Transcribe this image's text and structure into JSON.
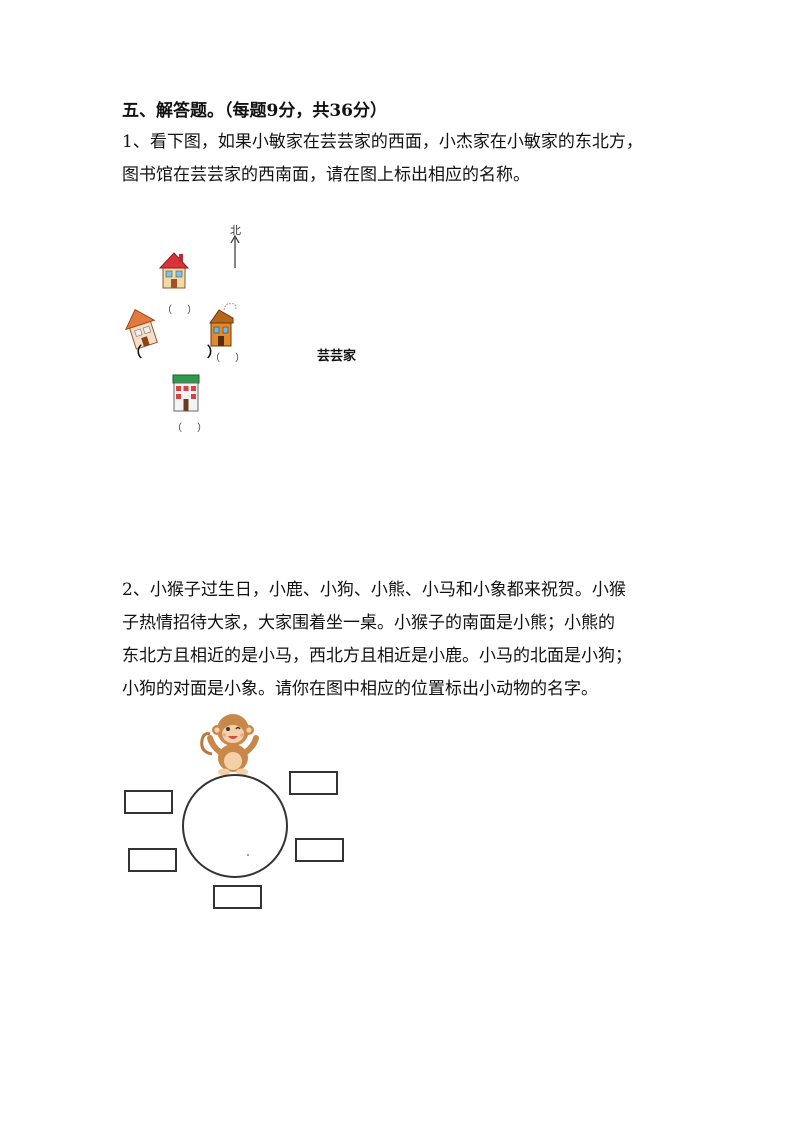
{
  "section": {
    "title": "五、解答题。（每题9分，共36分）"
  },
  "q1": {
    "text_line1": "1、看下图，如果小敏家在芸芸家的西面，小杰家在小敏家的东北方，",
    "text_line2": "图书馆在芸芸家的西南面，请在图上标出相应的名称。",
    "north_label": "北",
    "center_label": "芸芸家",
    "paren_top": "（ ）",
    "paren_left": "（ ）",
    "paren_right": "（ ）",
    "paren_bottom": "（ ）"
  },
  "q2": {
    "text_line1": "2、小猴子过生日，小鹿、小狗、小熊、小马和小象都来祝贺。小猴",
    "text_line2": "子热情招待大家，大家围着坐一桌。小猴子的南面是小熊；小熊的",
    "text_line3": "东北方且相近的是小马，西北方且相近是小鹿。小马的北面是小狗；",
    "text_line4": "小狗的对面是小象。请你在图中相应的位置标出小动物的名字。"
  }
}
